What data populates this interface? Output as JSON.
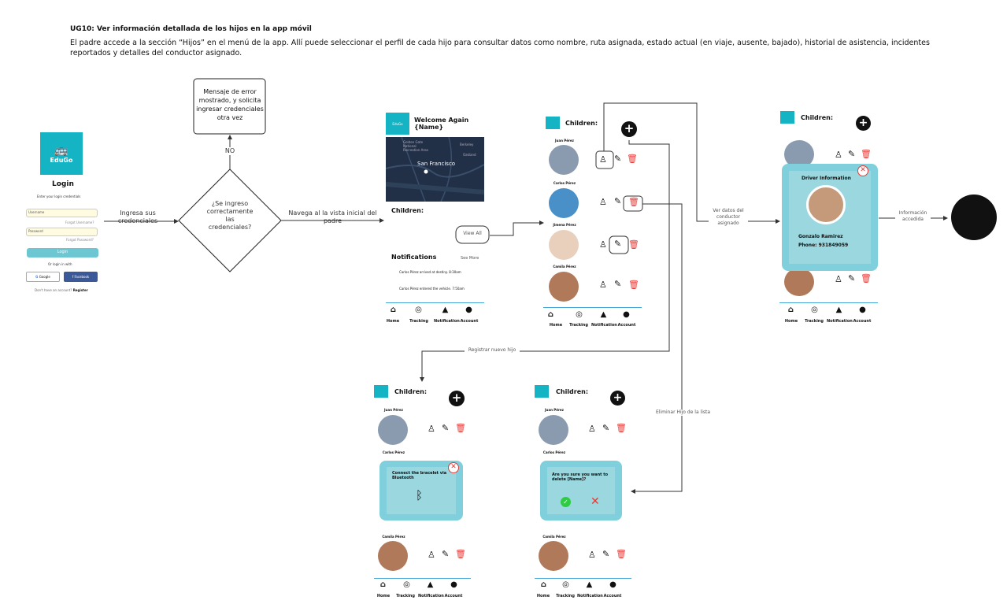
{
  "header": {
    "title": "UG10: Ver información detallada de los hijos en la app móvil",
    "description": " El padre accede a la sección “Hijos” en el menú de la app. Allí puede seleccionar el perfil de cada hijo para consultar datos como nombre, ruta asignada, estado actual (en viaje, ausente, bajado), historial de asistencia, incidentes reportados y detalles del conductor asignado."
  },
  "login": {
    "logo_text": "EduGo",
    "title": "Login",
    "subtitle": "Enter your login credentials",
    "username_placeholder": "Username",
    "forgot_username": "Forgot Username?",
    "password_placeholder": "Password",
    "forgot_password": "Forgot Password?",
    "login_button": "Login",
    "or_login_with": "Or login in with",
    "google": "Google",
    "facebook": "Facebook",
    "no_account": "Don't have an account?",
    "register": "Register"
  },
  "flow": {
    "label_ingresa": "Ingresa sus credenciales",
    "decision": "¿Se ingreso correctamente las credenciales?",
    "label_no": "NO",
    "error_box": "Mensaje de error mostrado, y solicita ingresar credenciales otra vez",
    "label_navega": "Navega al la vista inicial del padre",
    "label_ver_datos": "Ver datos del conductor asignado",
    "label_informacion": "Información accedida",
    "label_registrar": "Registrar nuevo hijo",
    "label_eliminar": "Eliminar Hijo de la lista"
  },
  "home_screen": {
    "logo_text": "EduGo",
    "welcome": "Welcome Again {Name}",
    "map_city": "San Francisco",
    "map_places": [
      "Golden Gate National Recreation Area",
      "Berkeley",
      "Oakland"
    ],
    "children_label": "Children:",
    "view_all": "View All",
    "notifications_title": "Notifications",
    "see_more": "See More",
    "notifications": [
      "Carlos Pérez arrived at destiny. 8:30am",
      "Carlos Pérez entered the vehicle. 7:50am"
    ]
  },
  "children_screen": {
    "title": "Children:",
    "children": [
      "Juan Pérez",
      "Carlos Pérez",
      "Jimena Pérez",
      "Camila Pérez"
    ]
  },
  "driver_modal": {
    "title": "Driver Information",
    "name": "Gonzalo Ramirez",
    "phone": "Phone: 931849059"
  },
  "bluetooth_modal": {
    "text": "Connect the bracelet via Bluetooth"
  },
  "delete_modal": {
    "text": "Are you sure you want to delete [Name]?"
  },
  "nav": {
    "home": "Home",
    "tracking": "Tracking",
    "notification": "Notification",
    "account": "Account"
  },
  "colors": {
    "brand": "#14b4c4",
    "modal": "#7fd0dc",
    "danger": "#e53935",
    "success": "#2ecc40"
  }
}
